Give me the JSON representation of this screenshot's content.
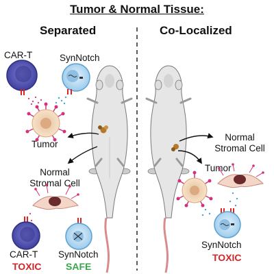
{
  "title": "Tumor & Normal Tissue:",
  "left_panel": {
    "heading": "Separated",
    "car_t_label": "CAR-T",
    "synnotch_label": "SynNotch",
    "tumor_label": "Tumor",
    "stromal_label_line1": "Normal",
    "stromal_label_line2": "Stromal Cell",
    "bottom_car_t_label": "CAR-T",
    "bottom_synnotch_label": "SynNotch",
    "car_t_outcome": "TOXIC",
    "synnotch_outcome": "SAFE"
  },
  "right_panel": {
    "heading": "Co-Localized",
    "stromal_label_line1": "Normal",
    "stromal_label_line2": "Stromal Cell",
    "tumor_label": "Tumor",
    "synnotch_label": "SynNotch",
    "synnotch_outcome": "TOXIC"
  },
  "colors": {
    "toxic": "#d0262a",
    "safe": "#3aa64b",
    "car_t_cell": "#3f3f9e",
    "synnotch_cell": "#b8dcf2",
    "tumor_cell": "#f2d9b8",
    "tumor_spikes": "#d1337a",
    "mouse_body": "#e6e6e6",
    "mouse_tail": "#d98b8b"
  },
  "icons": [
    "car-t-cell-icon",
    "synnotch-cell-icon",
    "tumor-cell-icon",
    "stromal-cell-icon",
    "mouse-icon",
    "arrow-icon",
    "divider-line"
  ]
}
